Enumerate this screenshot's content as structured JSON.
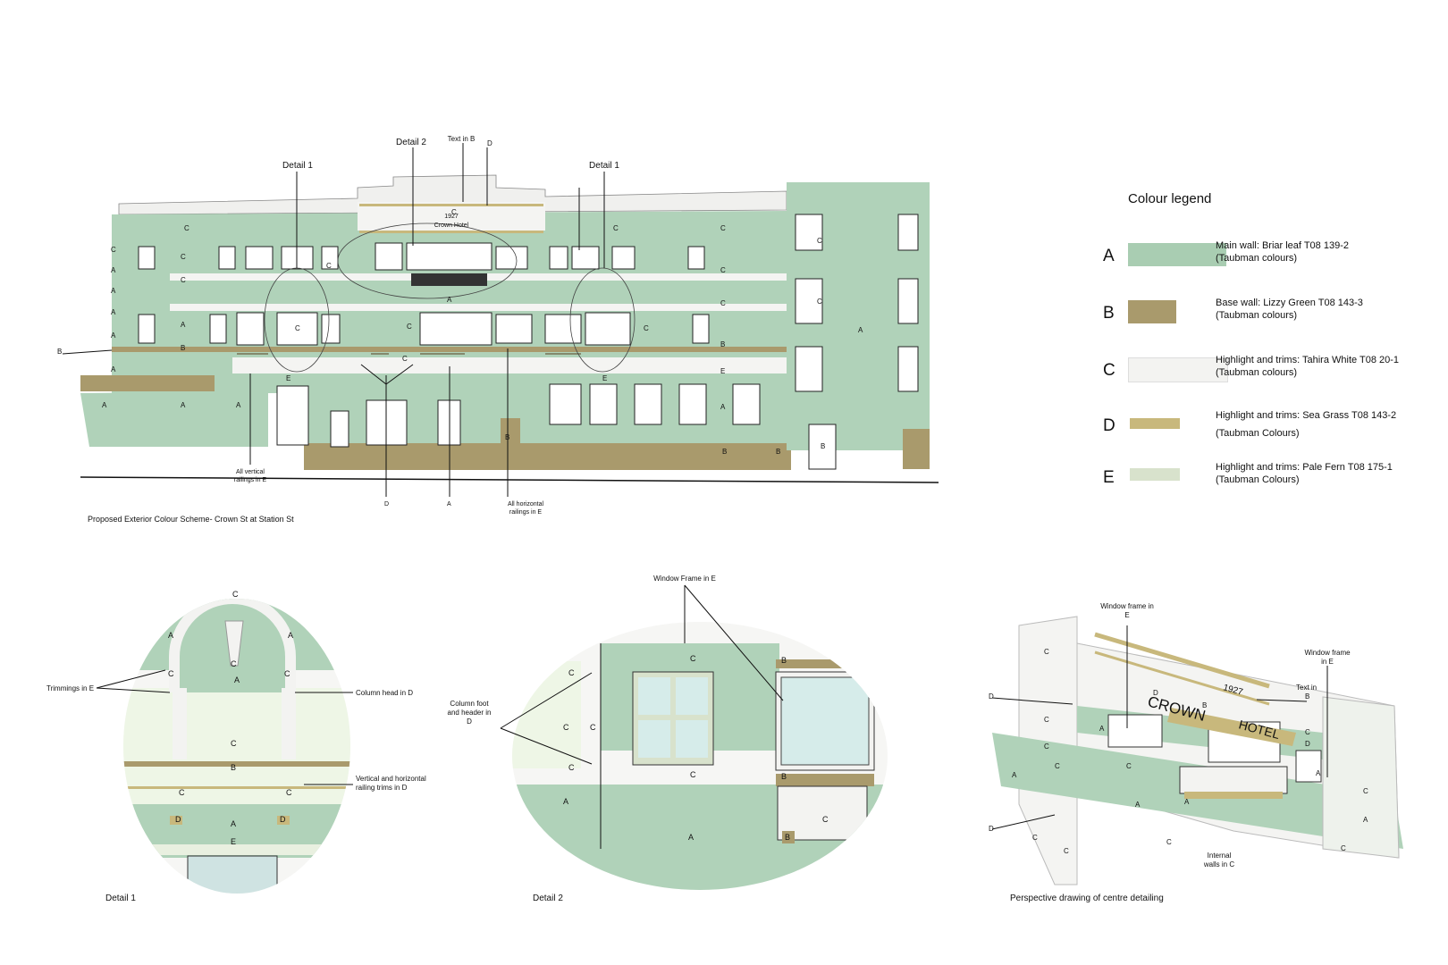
{
  "legend": {
    "title": "Colour legend",
    "items": [
      {
        "letter": "A",
        "line1": "Main wall: Briar leaf  T08 139-2",
        "line2": "(Taubman colours)",
        "color": "#a9cdb2"
      },
      {
        "letter": "B",
        "line1": "Base wall: Lizzy Green T08 143-3",
        "line2": "(Taubman colours)",
        "color": "#a99a6c"
      },
      {
        "letter": "C",
        "line1": "Highlight and trims: Tahira White T08 20-1",
        "line2": "(Taubman colours)",
        "color": "#f3f3f1"
      },
      {
        "letter": "D",
        "line1": "Highlight and trims: Sea Grass T08 143-2",
        "line2": "(Taubman Colours)",
        "color": "#c8b87c"
      },
      {
        "letter": "E",
        "line1": "Highlight and trims: Pale Fern T08 175-1",
        "line2": "(Taubman Colours)",
        "color": "#d8e2cc"
      }
    ]
  },
  "elevation": {
    "caption": "Proposed Exterior Colour Scheme- Crown St at Station St",
    "detail1_label": "Detail 1",
    "detail2_label": "Detail 2",
    "text_in_b": "Text in B",
    "d_label": "D",
    "sign_year": "1927",
    "sign_name": "Crown Hotel",
    "b_label": "B",
    "vertical_railings_1": "All vertical",
    "vertical_railings_2": "railings in E",
    "horizontal_railings_1": "All horizontal",
    "horizontal_railings_2": "railings in E",
    "bottom_d": "D",
    "bottom_a": "A"
  },
  "detail1": {
    "caption": "Detail 1",
    "trimmings": "Trimmings in E",
    "column_head": "Column head in D",
    "railing_1": "Vertical and horizontal",
    "railing_2": "railing trims in D"
  },
  "detail2": {
    "caption": "Detail 2",
    "window_frame": "Window Frame in E",
    "column_foot_1": "Column foot",
    "column_foot_2": "and header in",
    "column_foot_3": "D"
  },
  "perspective": {
    "caption": "Perspective  drawing of centre detailing",
    "window_frame_left_1": "Window frame in",
    "window_frame_left_2": "E",
    "window_frame_right_1": "Window frame",
    "window_frame_right_2": "in E",
    "text_in_1": "Text in",
    "text_in_2": "B",
    "internal_1": "Internal",
    "internal_2": "walls in C",
    "sign_crown": "CROWN",
    "sign_hotel": "HOTEL",
    "sign_year": "1927"
  },
  "letters": {
    "a": "A",
    "b": "B",
    "c": "C",
    "d": "D",
    "e": "E"
  }
}
